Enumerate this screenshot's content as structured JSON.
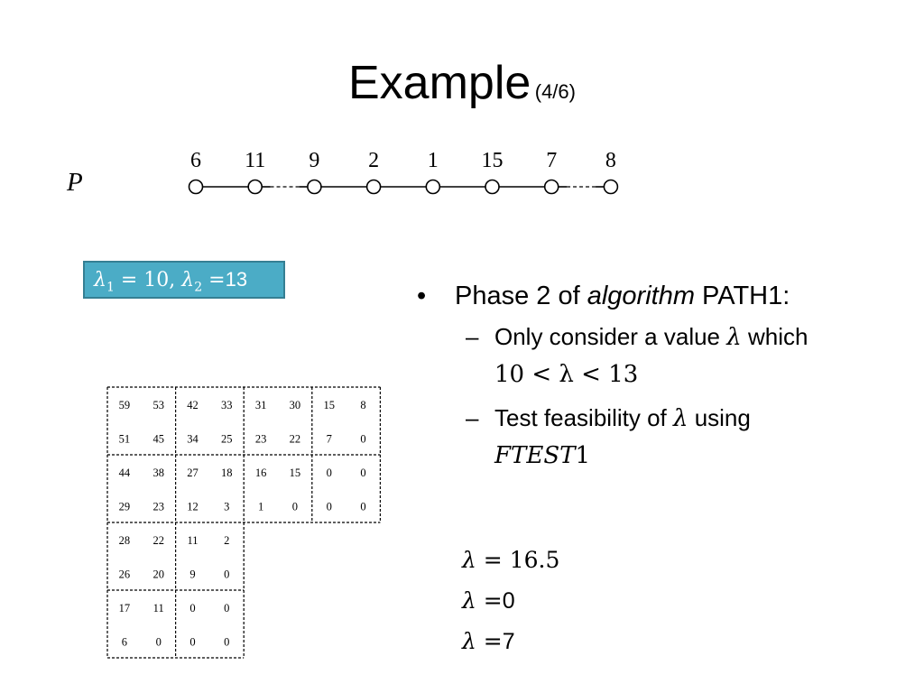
{
  "slide": {
    "title": "Example",
    "title_sub": "(4/6)"
  },
  "path": {
    "label": "P",
    "nodes": [
      "6",
      "11",
      "9",
      "2",
      "1",
      "15",
      "7",
      "8"
    ],
    "dashed_edges": [
      1,
      6
    ]
  },
  "lambda_box": {
    "l1": "λ",
    "s1": "1",
    "eq1": " = 10, ",
    "l2": "λ",
    "s2": "2",
    "eq2": " =",
    "v2": "13"
  },
  "bullets": {
    "b1": {
      "prefix": "Phase 2 of ",
      "italic": "algorithm",
      "suffix": " PATH1:"
    },
    "sub1": {
      "text": "Only consider a value ",
      "lam": "λ",
      "after": " which",
      "ineq": "10 < λ < 13"
    },
    "sub2": {
      "text": "Test feasibility of ",
      "lam": "λ",
      "after": " using",
      "name": "FTEST",
      "num": "1"
    }
  },
  "lambda_values": [
    {
      "lam": "λ",
      "eq": " = ",
      "val": "16.5"
    },
    {
      "lam": "λ",
      "eq": " =",
      "val": "0"
    },
    {
      "lam": "λ",
      "eq": " =",
      "val": "7"
    }
  ],
  "matrix": {
    "rows": [
      [
        "59",
        "53",
        "42",
        "33",
        "31",
        "30",
        "15",
        "8"
      ],
      [
        "51",
        "45",
        "34",
        "25",
        "23",
        "22",
        "7",
        "0"
      ],
      [
        "44",
        "38",
        "27",
        "18",
        "16",
        "15",
        "0",
        "0"
      ],
      [
        "29",
        "23",
        "12",
        "3",
        "1",
        "0",
        "0",
        "0"
      ],
      [
        "28",
        "22",
        "11",
        "2"
      ],
      [
        "26",
        "20",
        "9",
        "0"
      ],
      [
        "17",
        "11",
        "0",
        "0"
      ],
      [
        "6",
        "0",
        "0",
        "0"
      ]
    ]
  }
}
